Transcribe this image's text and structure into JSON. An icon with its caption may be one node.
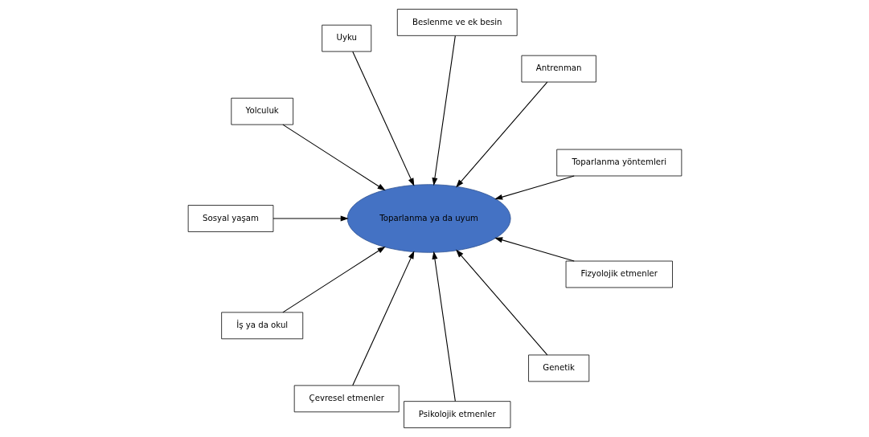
{
  "diagram": {
    "nodes": [
      {
        "text": [
          "Toparlanma yöntemleri"
        ]
      },
      {
        "text": [
          "Antrenman"
        ]
      },
      {
        "text": [
          "Beslenme ve ek besin"
        ]
      },
      {
        "text": [
          "Uyku"
        ]
      },
      {
        "text": [
          "Yolculuk"
        ]
      },
      {
        "text": [
          "Toparlanma ya da uyum"
        ]
      },
      {
        "text": [
          "Sosyal yaşam"
        ]
      },
      {
        "text": [
          "İş ya da okul"
        ]
      },
      {
        "text": [
          "Çevresel etmenler"
        ]
      },
      {
        "text": [
          "Psikolojik etmenler"
        ]
      },
      {
        "text": [
          "Genetik"
        ]
      },
      {
        "text": [
          "Fizyolojik etmenler"
        ]
      }
    ],
    "edges": [
      {
        "from": 0,
        "to": 5,
        "arrow": "to"
      },
      {
        "from": 1,
        "to": 5,
        "arrow": "to"
      },
      {
        "from": 2,
        "to": 5,
        "arrow": "to"
      },
      {
        "from": 4,
        "to": 5,
        "arrow": "to"
      },
      {
        "from": 7,
        "to": 5,
        "arrow": "to"
      },
      {
        "from": 9,
        "to": 5,
        "arrow": "to"
      },
      {
        "from": 11,
        "to": 5,
        "arrow": "to"
      },
      {
        "from": 10,
        "to": 5,
        "arrow": "to"
      },
      {
        "from": 8,
        "to": 5,
        "arrow": "to"
      },
      {
        "from": 6,
        "to": 5,
        "arrow": "to"
      },
      {
        "from": 3,
        "to": 5,
        "arrow": "to"
      }
    ]
  }
}
